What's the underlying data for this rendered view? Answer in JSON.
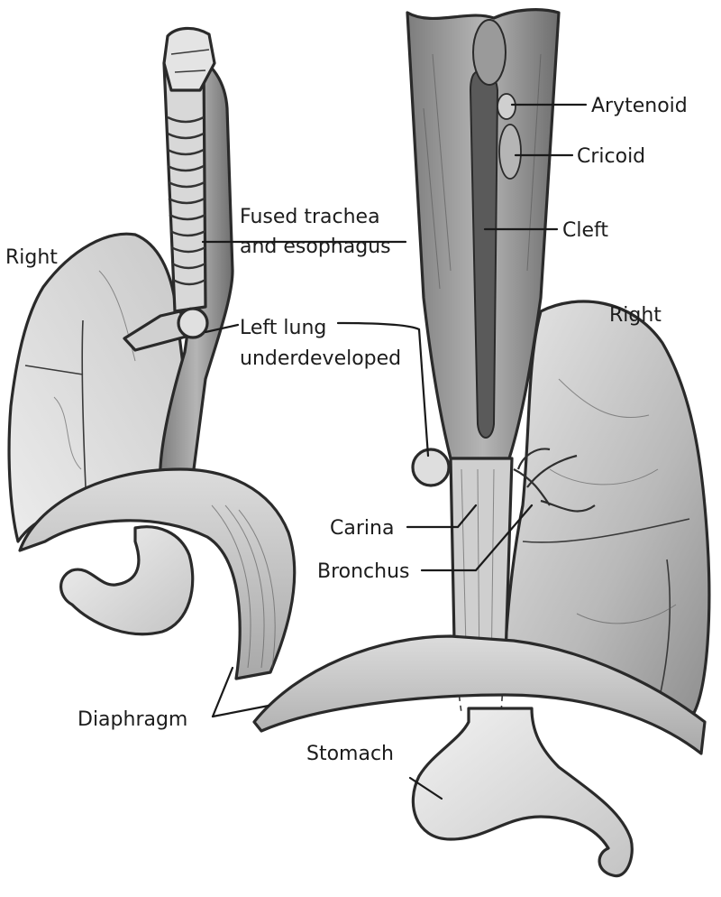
{
  "labels": {
    "right_left_fig": "Right",
    "right_right_fig": "Right",
    "fused_line1": "Fused trachea",
    "fused_line2": "and esophagus",
    "left_lung_line1": "Left lung",
    "left_lung_line2": "underdeveloped",
    "arytenoid": "Arytenoid",
    "cricoid": "Cricoid",
    "cleft": "Cleft",
    "carina": "Carina",
    "bronchus": "Bronchus",
    "diaphragm": "Diaphragm",
    "stomach": "Stomach"
  }
}
